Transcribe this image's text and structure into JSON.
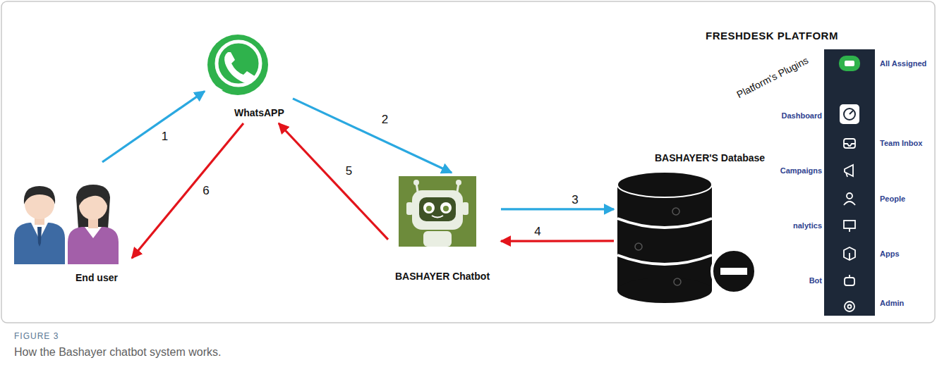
{
  "diagram": {
    "caption": "How the Bashayer chatbot system works.",
    "nodes": [
      {
        "text": [
          "End user"
        ]
      },
      {
        "text": [
          "WhatsAPP"
        ]
      },
      {
        "text": [
          "BASHAYER Chatbot"
        ]
      },
      {
        "text": [
          "BASHAYER'S Database"
        ]
      }
    ],
    "edges": [
      {
        "from": 0,
        "to": 1,
        "label": "1",
        "arrow": "to"
      },
      {
        "from": 1,
        "to": 2,
        "label": "2",
        "arrow": "to"
      },
      {
        "from": 2,
        "to": 3,
        "label": "3",
        "arrow": "to"
      },
      {
        "from": 3,
        "to": 2,
        "label": "4",
        "arrow": "to"
      },
      {
        "from": 2,
        "to": 1,
        "label": "5",
        "arrow": "to"
      },
      {
        "from": 1,
        "to": 0,
        "label": "6",
        "arrow": "to"
      }
    ],
    "labels": [
      "FRESHDESK PLATFORM",
      "Platform's Plugins",
      "All Assigned",
      "Dashboard",
      "Team Inbox",
      "Campaigns",
      "People",
      "nalytics",
      "Apps",
      "Bot",
      "Admin",
      "FIGURE 3"
    ]
  }
}
